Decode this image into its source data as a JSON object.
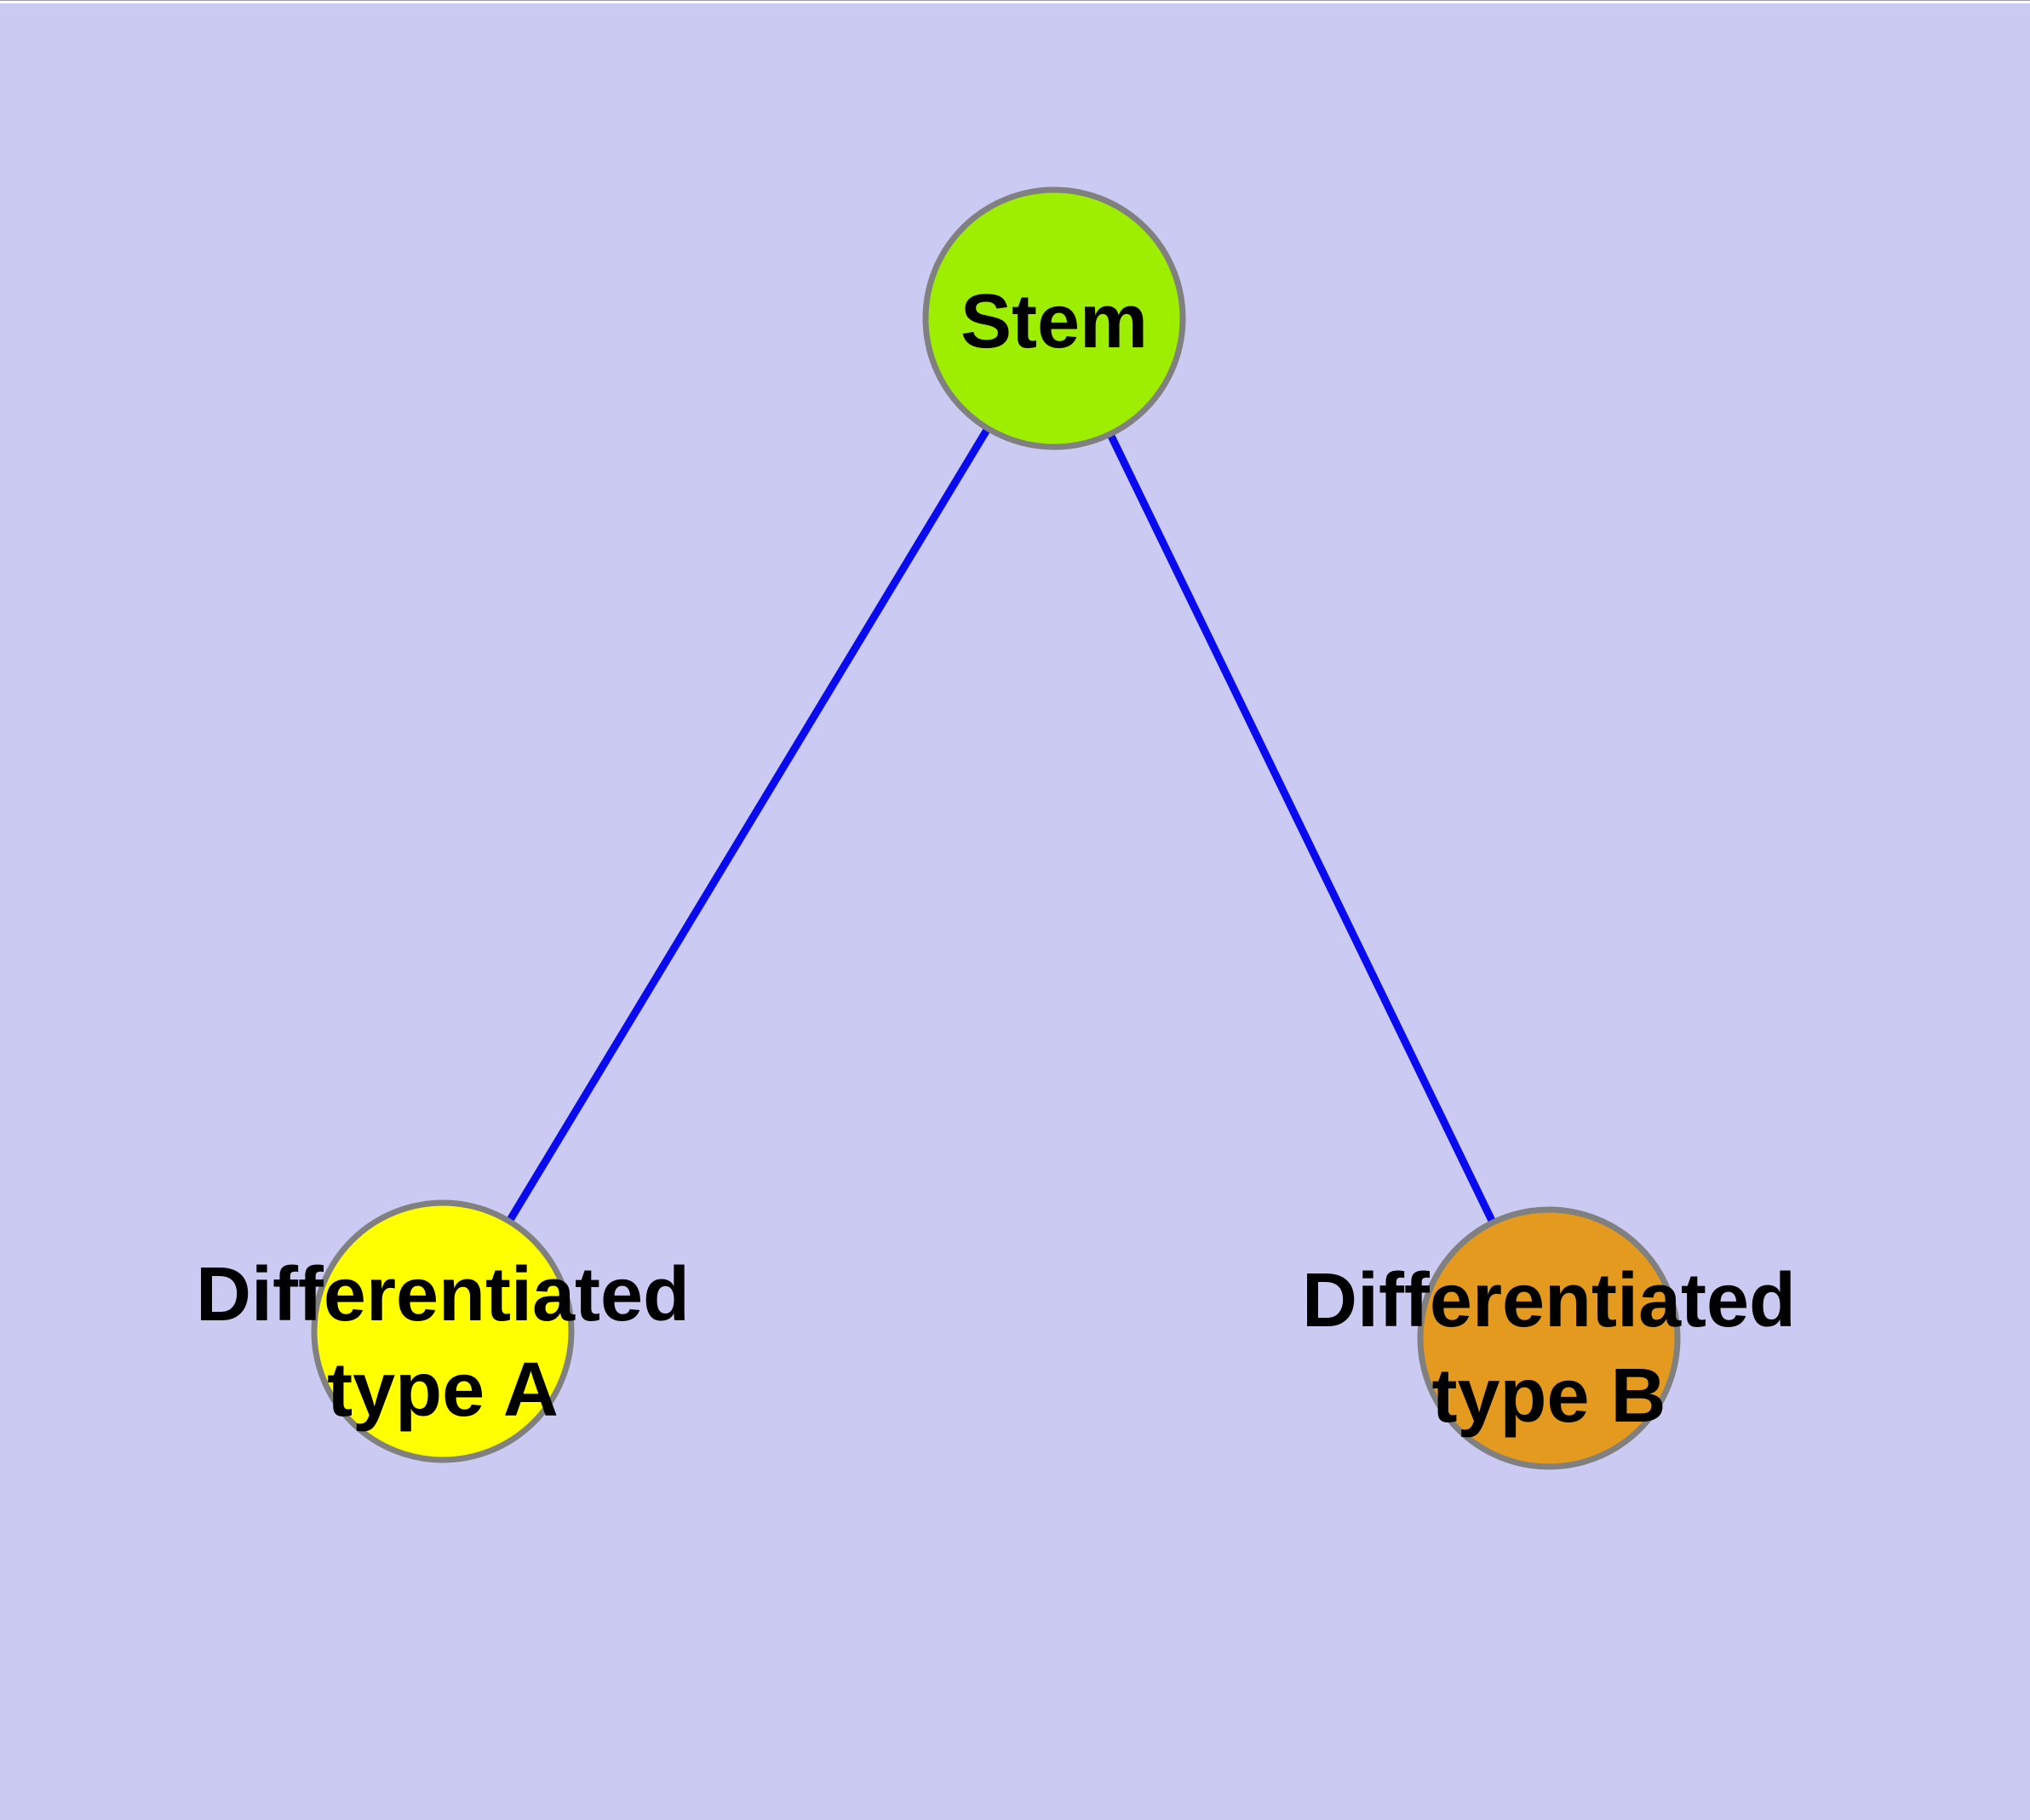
{
  "diagram": {
    "background_color": "#cacaf3",
    "top_strip_color": "#ffffff",
    "edge_color": "#0a0aee",
    "node_border_color": "#808080",
    "text_color": "#000000",
    "nodes": {
      "stem": {
        "label": "Stem",
        "fill_color": "#9dee00"
      },
      "type_a": {
        "label": "Differentiated type A",
        "label_line1": "Differentiated",
        "label_line2": "type A",
        "fill_color": "#ffff00"
      },
      "type_b": {
        "label": "Differentiated type B",
        "label_line1": "Differentiated",
        "label_line2": "type B",
        "fill_color": "#e49a1f"
      }
    },
    "edges": [
      {
        "source": "Stem",
        "target": "Differentiated type A"
      },
      {
        "source": "Stem",
        "target": "Differentiated type B"
      }
    ]
  }
}
